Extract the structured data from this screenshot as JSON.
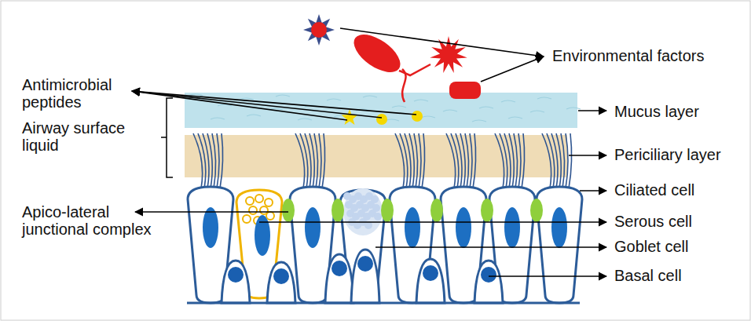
{
  "diagram": {
    "labels": [
      "Environmental factors",
      "Antimicrobial peptides",
      "Mucus layer",
      "Airway surface liquid",
      "Periciliary layer",
      "Ciliated cell",
      "Apico-lateral junctional complex",
      "Serous cell",
      "Goblet cell",
      "Basal cell"
    ]
  }
}
